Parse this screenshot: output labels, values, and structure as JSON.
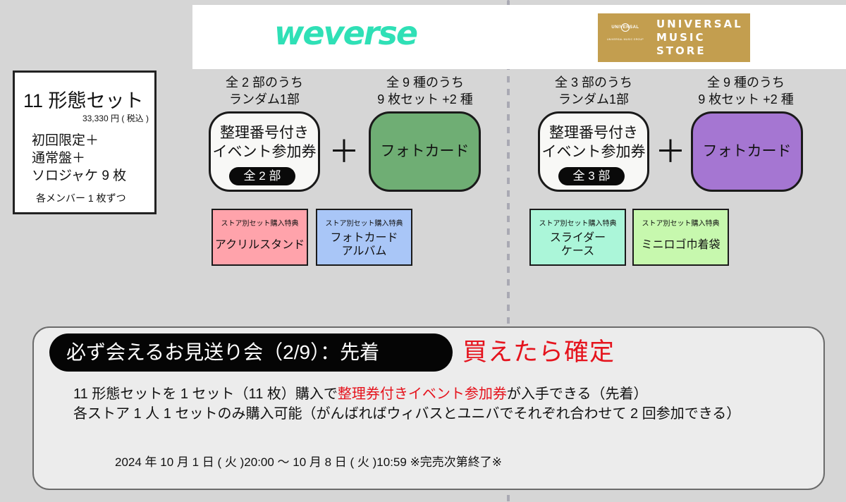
{
  "logos": {
    "weverse": {
      "text": "weverse",
      "color": "#2fe0b6"
    },
    "universal_music_store": {
      "mark_text": "UNIVERSAL",
      "mark_subtext": "UNIVERSAL MUSIC GROUP",
      "words": "UNIVERSAL\nMUSIC\nSTORE",
      "color": "#c39e4f"
    }
  },
  "set_box": {
    "title": "11 形態セット",
    "price": "33,330 円 ( 税込 )",
    "contents": "初回限定＋\n通常盤＋\nソロジャケ 9 枚",
    "note": "各メンバー 1 枚ずつ"
  },
  "symbols": {
    "plus": "＋"
  },
  "stores": [
    {
      "name": "weverse",
      "ticket_caption": "全 2 部のうち\nランダム1部",
      "ticket_text": "整理番号付き\nイベント参加券",
      "ticket_pill": "全 2 部",
      "photocard_caption": "全 9 種のうち\n9 枚セット +2 種",
      "photocard_label": "フォトカード",
      "photocard_color": "#6fae74",
      "bonuses": [
        {
          "label": "ストア別セット購入特典",
          "item": "アクリルスタンド",
          "color": "#ffa3ab"
        },
        {
          "label": "ストア別セット購入特典",
          "item": "フォトカード\nアルバム",
          "color": "#a9c6f7"
        }
      ]
    },
    {
      "name": "universal_music_store",
      "ticket_caption": "全 3 部のうち\nランダム1部",
      "ticket_text": "整理番号付き\nイベント参加券",
      "ticket_pill": "全 3 部",
      "photocard_caption": "全 9 種のうち\n9 枚セット +2 種",
      "photocard_label": "フォトカード",
      "photocard_color": "#a576d2",
      "bonuses": [
        {
          "label": "ストア別セット購入特典",
          "item": "スライダー\nケース",
          "color": "#abf6d9"
        },
        {
          "label": "ストア別セット購入特典",
          "item": "ミニロゴ巾着袋",
          "color": "#c7f8ae"
        }
      ]
    }
  ],
  "event": {
    "header": "必ず会えるお見送り会（2/9）：先着",
    "highlight": "買えたら確定",
    "highlight_color": "#e5131d",
    "line1_pre": "11 形態セットを 1 セット（11 枚）購入で",
    "line1_red": "整理券付きイベント参加券",
    "line1_post": "が入手できる（先着）",
    "line2": "各ストア 1 人 1 セットのみ購入可能（がんばればウィバスとユニバでそれぞれ合わせて 2 回参加できる）",
    "period": "2024 年 10 月 1 日 ( 火 )20:00 ～ 10 月 8 日 ( 火 )10:59 ※完売次第終了※"
  }
}
